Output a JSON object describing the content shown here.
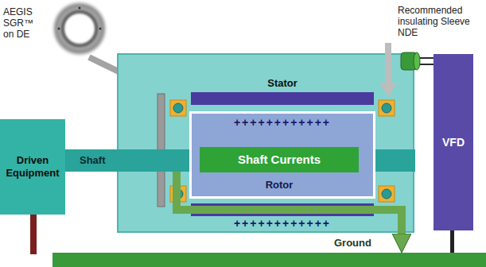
{
  "diagram": {
    "nodes": [
      {
        "text": [
          "Driven Equipment"
        ]
      },
      {
        "text": [
          "Shaft"
        ]
      },
      {
        "text": [
          "Stator"
        ]
      },
      {
        "text": [
          "++++++++++++",
          "Rotor"
        ]
      },
      {
        "text": [
          "Shaft Currents"
        ],
        "in": 3
      },
      {
        "text": [
          "VFD"
        ]
      },
      {
        "text": [
          "Ground"
        ]
      }
    ],
    "edges": [
      {
        "from": 1,
        "to": 6,
        "arrow": "to"
      }
    ],
    "labels": [
      "AEGIS SGR™ on DE",
      "Recommended insulating Sleeve NDE",
      "++++++++++++"
    ]
  }
}
